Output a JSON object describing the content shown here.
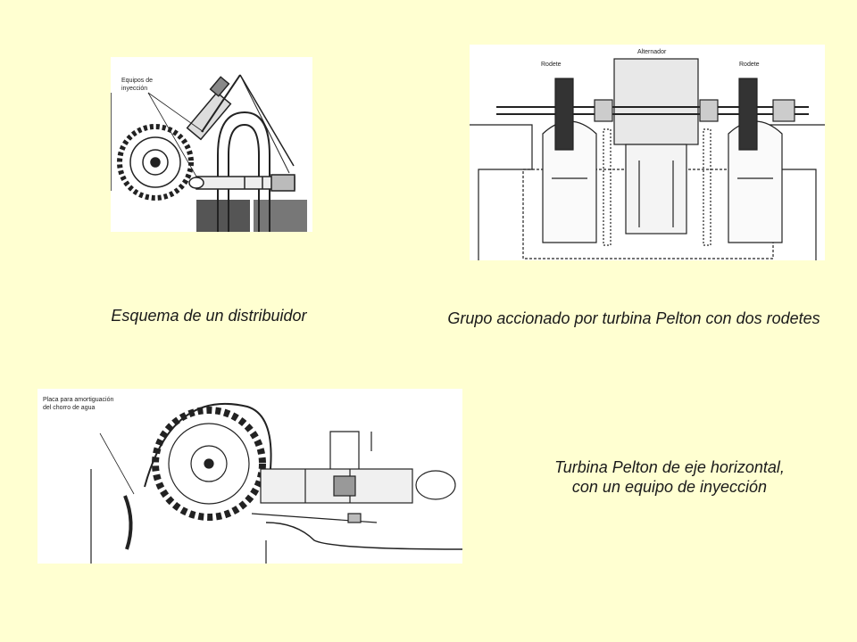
{
  "figures": {
    "distributor": {
      "caption": "Esquema de un distribuidor",
      "label_line1": "Equipos de",
      "label_line2": "inyección"
    },
    "group": {
      "caption": "Grupo accionado por turbina Pelton con dos rodetes",
      "label_alternator": "Alternador",
      "label_runner_left": "Rodete",
      "label_runner_right": "Rodete"
    },
    "horizontal": {
      "caption_line1": "Turbina Pelton de eje horizontal,",
      "caption_line2": "con un equipo de inyección",
      "label_line1": "Placa para amortiguación",
      "label_line2": "del chorro de agua"
    }
  },
  "colors": {
    "background": "#ffffd1",
    "figure_bg": "#ffffff",
    "ink": "#1a1a1a"
  }
}
